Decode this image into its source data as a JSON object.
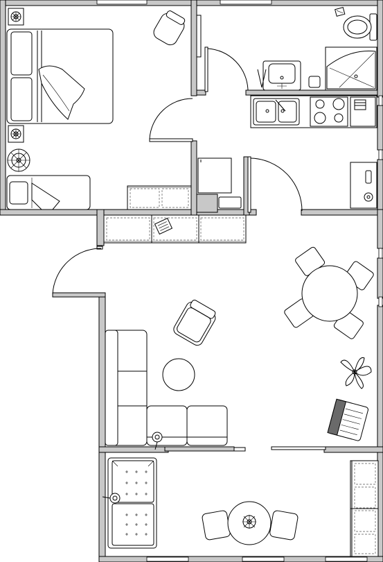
{
  "plan": {
    "rooms": [
      {
        "id": "bedroom",
        "fixtures": [
          "double-bed",
          "single-bed",
          "armchair",
          "wardrobe",
          "nightstand-lamp",
          "nightstand-lamp"
        ]
      },
      {
        "id": "bathroom",
        "fixtures": [
          "toilet",
          "washbasin",
          "corner-shower",
          "trash-bin",
          "towel-rail"
        ]
      },
      {
        "id": "kitchen",
        "fixtures": [
          "double-sink",
          "cooktop",
          "oven",
          "fridge",
          "washing-machine"
        ]
      },
      {
        "id": "hallway",
        "fixtures": [
          "shoe-cabinet",
          "magazine"
        ]
      },
      {
        "id": "living-room",
        "fixtures": [
          "sofa",
          "armchair",
          "coffee-table",
          "floor-lamp",
          "tv",
          "plant",
          "dining-table",
          "dining-chair",
          "dining-chair",
          "dining-chair",
          "dining-chair"
        ]
      },
      {
        "id": "bedroom-2",
        "fixtures": [
          "bed",
          "table",
          "chair",
          "chair",
          "flower-bowl",
          "shelf"
        ]
      }
    ],
    "colors": {
      "wall": "#c8c8c8",
      "line": "#000000",
      "floor": "#ffffff"
    },
    "labels": []
  }
}
